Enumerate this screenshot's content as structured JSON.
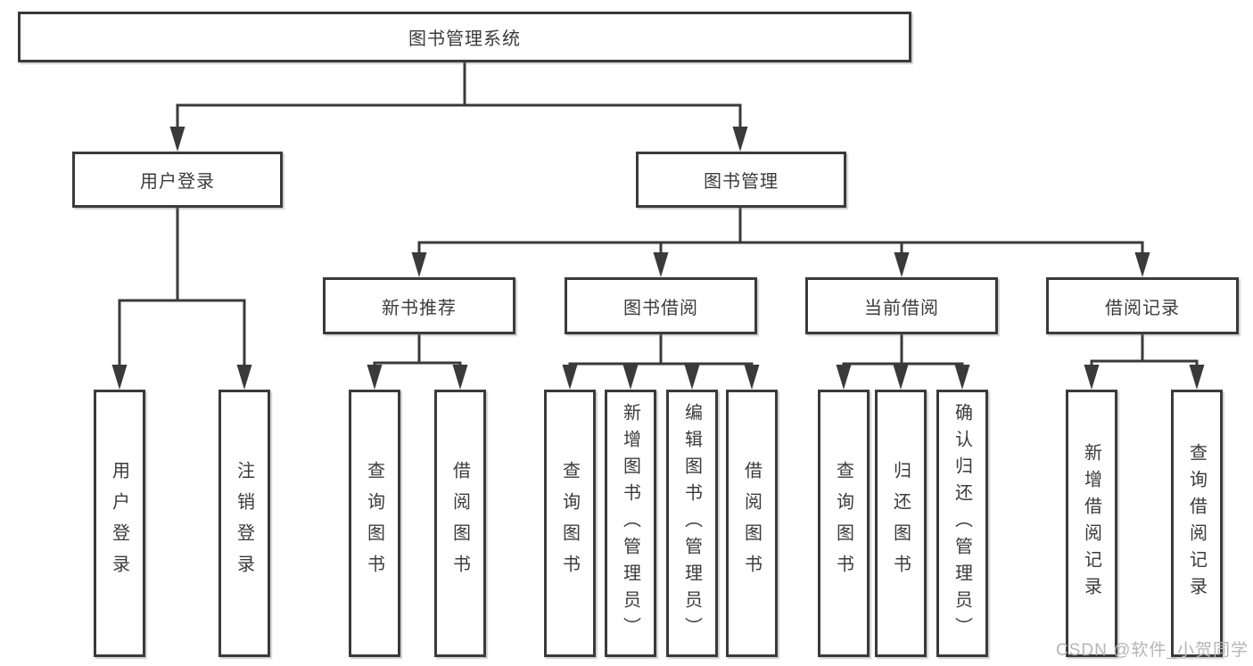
{
  "diagram": {
    "root": {
      "label": "图书管理系统"
    },
    "login": {
      "label": "用户登录",
      "children": {
        "user_login": "用户登录",
        "logout": "注销登录"
      }
    },
    "management": {
      "label": "图书管理",
      "modules": {
        "new_books": {
          "label": "新书推荐",
          "children": {
            "query_books": "查询图书",
            "borrow_books": "借阅图书"
          }
        },
        "borrowing": {
          "label": "图书借阅",
          "children": {
            "query_books": "查询图书",
            "add_books": "新增图书（管理员）",
            "edit_books": "编辑图书（管理员）",
            "borrow_books": "借阅图书"
          }
        },
        "current": {
          "label": "当前借阅",
          "children": {
            "query_books": "查询图书",
            "return_books": "归还图书",
            "confirm_return": "确认归还（管理员）"
          }
        },
        "records": {
          "label": "借阅记录",
          "children": {
            "add_record": "新增借阅记录",
            "query_record": "查询借阅记录"
          }
        }
      }
    },
    "watermark": "CSDN @软件_小贺同学",
    "colors": {
      "line": "#3a3a3a",
      "text": "#3b3b3b",
      "watermark": "#b5b5b5",
      "background": "#ffffff"
    }
  }
}
